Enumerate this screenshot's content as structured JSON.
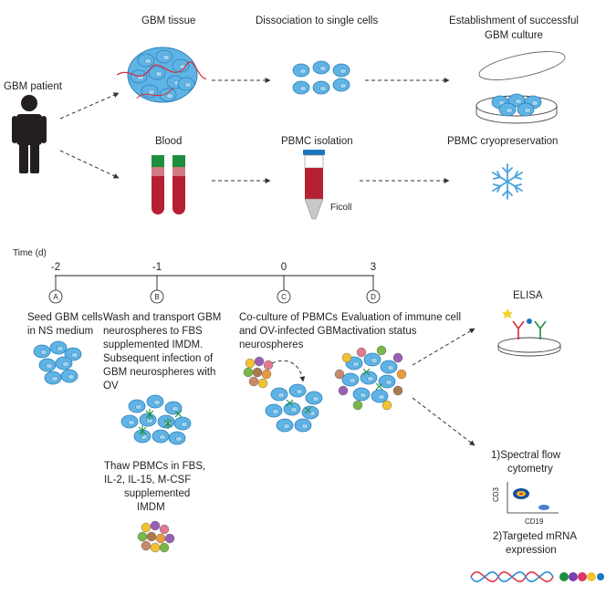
{
  "top": {
    "patient_label": "GBM patient",
    "gbm_tissue_label": "GBM tissue",
    "dissociation_label": "Dissociation to single cells",
    "culture_label_line1": "Establishment of successful",
    "culture_label_line2": "GBM culture",
    "blood_label": "Blood",
    "pbmc_isolation_label": "PBMC isolation",
    "ficoll_label": "Ficoll",
    "cryo_label": "PBMC cryopreservation"
  },
  "timeline": {
    "axis_label": "Time (d)",
    "ticks": [
      "-2",
      "-1",
      "0",
      "3"
    ],
    "steps": [
      {
        "letter": "A",
        "lines": [
          "Seed GBM cells",
          "in NS medium"
        ]
      },
      {
        "letter": "B",
        "lines": [
          "Wash and transport GBM",
          "neurospheres to FBS",
          "supplemented IMDM.",
          "Subsequent infection of",
          "GBM neurospheres with",
          "OV"
        ]
      },
      {
        "letter": "C",
        "lines": [
          "Co-culture of PBMCs",
          "and OV-infected GBM",
          "neurospheres"
        ]
      },
      {
        "letter": "D",
        "lines": [
          "Evaluation of immune cell",
          "activation status"
        ]
      }
    ],
    "thaw_lines": [
      "Thaw PBMCs in FBS,",
      "IL-2, IL-15,  M-CSF",
      "supplemented",
      "IMDM"
    ]
  },
  "readouts": {
    "elisa_label": "ELISA",
    "flow_lines": [
      "1)Spectral flow",
      "cytometry"
    ],
    "flow_y_axis": "CD3",
    "flow_x_axis": "CD19",
    "mrna_lines": [
      "2)Targeted mRNA",
      "expression"
    ]
  },
  "colors": {
    "cell_blue": "#5fb4e5",
    "blood_red": "#b52032",
    "cap_green": "#1c8f3c",
    "cap_blue": "#1b75bc",
    "snowflake": "#4aa3df"
  }
}
